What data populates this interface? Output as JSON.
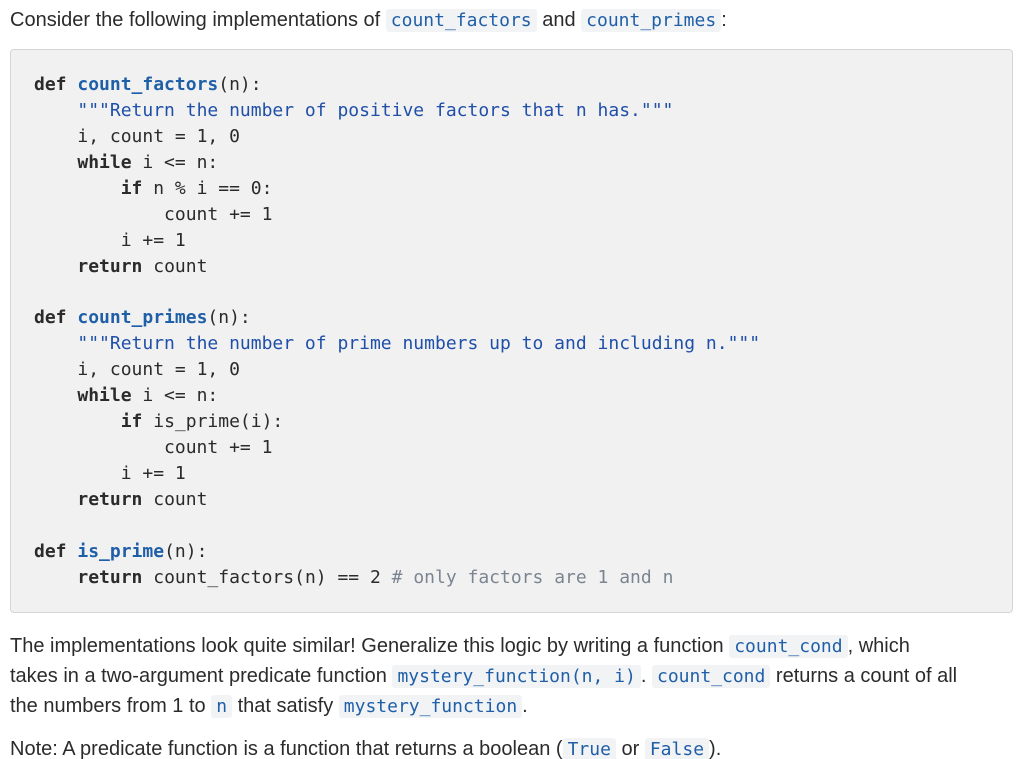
{
  "intro": {
    "text_before": "Consider the following implementations of ",
    "code_a": "count_factors",
    "text_mid": " and ",
    "code_b": "count_primes",
    "text_after": ":"
  },
  "code_block": {
    "lines": [
      {
        "indent": "",
        "tokens": [
          {
            "t": "kw",
            "v": "def"
          },
          {
            "t": "p",
            "v": " "
          },
          {
            "t": "fn",
            "v": "count_factors"
          },
          {
            "t": "p",
            "v": "(n):"
          }
        ]
      },
      {
        "indent": "    ",
        "tokens": [
          {
            "t": "str",
            "v": "\"\"\"Return the number of positive factors that n has.\"\"\""
          }
        ]
      },
      {
        "indent": "    ",
        "tokens": [
          {
            "t": "p",
            "v": "i, count = 1, 0"
          }
        ]
      },
      {
        "indent": "    ",
        "tokens": [
          {
            "t": "kw",
            "v": "while"
          },
          {
            "t": "p",
            "v": " i <= n:"
          }
        ]
      },
      {
        "indent": "        ",
        "tokens": [
          {
            "t": "kw",
            "v": "if"
          },
          {
            "t": "p",
            "v": " n % i == 0:"
          }
        ]
      },
      {
        "indent": "            ",
        "tokens": [
          {
            "t": "p",
            "v": "count += 1"
          }
        ]
      },
      {
        "indent": "        ",
        "tokens": [
          {
            "t": "p",
            "v": "i += 1"
          }
        ]
      },
      {
        "indent": "    ",
        "tokens": [
          {
            "t": "kw",
            "v": "return"
          },
          {
            "t": "p",
            "v": " count"
          }
        ]
      },
      {
        "indent": "",
        "tokens": []
      },
      {
        "indent": "",
        "tokens": [
          {
            "t": "kw",
            "v": "def"
          },
          {
            "t": "p",
            "v": " "
          },
          {
            "t": "fn",
            "v": "count_primes"
          },
          {
            "t": "p",
            "v": "(n):"
          }
        ]
      },
      {
        "indent": "    ",
        "tokens": [
          {
            "t": "str",
            "v": "\"\"\"Return the number of prime numbers up to and including n.\"\"\""
          }
        ]
      },
      {
        "indent": "    ",
        "tokens": [
          {
            "t": "p",
            "v": "i, count = 1, 0"
          }
        ]
      },
      {
        "indent": "    ",
        "tokens": [
          {
            "t": "kw",
            "v": "while"
          },
          {
            "t": "p",
            "v": " i <= n:"
          }
        ]
      },
      {
        "indent": "        ",
        "tokens": [
          {
            "t": "kw",
            "v": "if"
          },
          {
            "t": "p",
            "v": " is_prime(i):"
          }
        ]
      },
      {
        "indent": "            ",
        "tokens": [
          {
            "t": "p",
            "v": "count += 1"
          }
        ]
      },
      {
        "indent": "        ",
        "tokens": [
          {
            "t": "p",
            "v": "i += 1"
          }
        ]
      },
      {
        "indent": "    ",
        "tokens": [
          {
            "t": "kw",
            "v": "return"
          },
          {
            "t": "p",
            "v": " count"
          }
        ]
      },
      {
        "indent": "",
        "tokens": []
      },
      {
        "indent": "",
        "tokens": [
          {
            "t": "kw",
            "v": "def"
          },
          {
            "t": "p",
            "v": " "
          },
          {
            "t": "fn",
            "v": "is_prime"
          },
          {
            "t": "p",
            "v": "(n):"
          }
        ]
      },
      {
        "indent": "    ",
        "tokens": [
          {
            "t": "kw",
            "v": "return"
          },
          {
            "t": "p",
            "v": " count_factors(n) == 2 "
          },
          {
            "t": "cm",
            "v": "# only factors are 1 and n"
          }
        ]
      }
    ]
  },
  "paragraph": {
    "line1_text_a": "The implementations look quite similar! Generalize this logic by writing a function ",
    "line1_code": "count_cond",
    "line1_text_b": ", which",
    "line2_text_a": "takes in a two-argument predicate function ",
    "line2_code_a": "mystery_function(n, i)",
    "line2_text_b": ". ",
    "line2_code_b": "count_cond",
    "line2_text_c": " returns a count of all",
    "line3_text_a": "the numbers from 1 to ",
    "line3_code_a": "n",
    "line3_text_b": " that satisfy ",
    "line3_code_b": "mystery_function",
    "line3_text_c": "."
  },
  "note": {
    "text_a": "Note: A predicate function is a function that returns a boolean (",
    "code_true": "True",
    "text_b": " or ",
    "code_false": "False",
    "text_c": ")."
  }
}
